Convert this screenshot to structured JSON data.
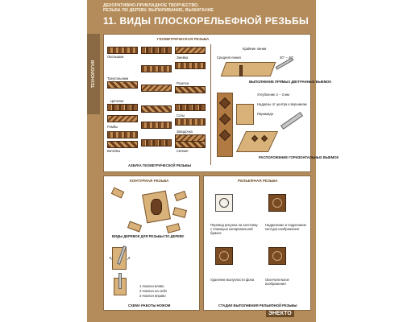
{
  "header": {
    "subtitle1": "ДЕКОРАТИВНО-ПРИКЛАДНОЕ ТВОРЧЕСТВО.",
    "subtitle2": "РЕЗЬБА ПО ДЕРЕВУ, ВЫПИЛИВАНИЕ, ВЫЖИГАНИЕ",
    "title": "11. ВИДЫ  ПЛОСКОРЕЛЬЕФНОЙ РЕЗЬБЫ"
  },
  "side_tab": "ТЕХНОЛОГИЯ",
  "geometric": {
    "title": "ГЕОМЕТРИЧЕСКАЯ РЕЗЬБА",
    "items_left": [
      "Околышки",
      "Треугольники",
      "Цепочки",
      "Ромбы",
      "Витейка"
    ],
    "items_right": [
      "Змейка",
      "Розетка",
      "Соты",
      "Звездочка",
      "Сияние"
    ],
    "caption": "АЗБУКА ГЕОМЕТРИЧЕСКОЙ РЕЗЬБЫ"
  },
  "technique": {
    "label_edge": "Крайние линии",
    "label_middle": "Средняя линия",
    "angle": "30° – 40°",
    "caption_straight": "ВЫПОЛНЕНИЕ ПРЯМЫХ ДВУГРАННЫХ ВЫЕМОК",
    "label_depth": "Углубление 2 – 3 мм",
    "label_cuts": "Надрезы от центра к вершинам",
    "label_pyramid": "Пирамида",
    "caption_horizontal": "РАСПОЛОЖЕНИЕ ГОРИЗОНТАЛЬНЫХ ВЫЕМОК"
  },
  "contour": {
    "title": "КОНТУРНАЯ РЕЗЬБА",
    "caption_blanks": "ВИДЫ ДЕРЕВОК  ДЛЯ РЕЗЬБЫ ПО ДЕРЕВУ",
    "tilt_list": [
      "Наклон влево",
      "Наклон на себя",
      "Наклон вправо"
    ],
    "caption_knife": "СХЕМА РАБОТЫ НОЖОМ"
  },
  "relief": {
    "title": "РЕЛЬЕФНАЯ РЕЗЬБА",
    "step1": "Перевод рисунка на заготовку с помощью копировальной бумаги",
    "step2": "Надрезание и подрезание контура изображения",
    "step3": "Удаление выпуклости фона",
    "step4": "Окончательное изображения",
    "caption": "СТАДИИ ВЫПОЛНЕНИЯ РЕЛЬЕФНОЙ РЕЗЬБЫ"
  },
  "publisher": "ЭНЕКТО"
}
